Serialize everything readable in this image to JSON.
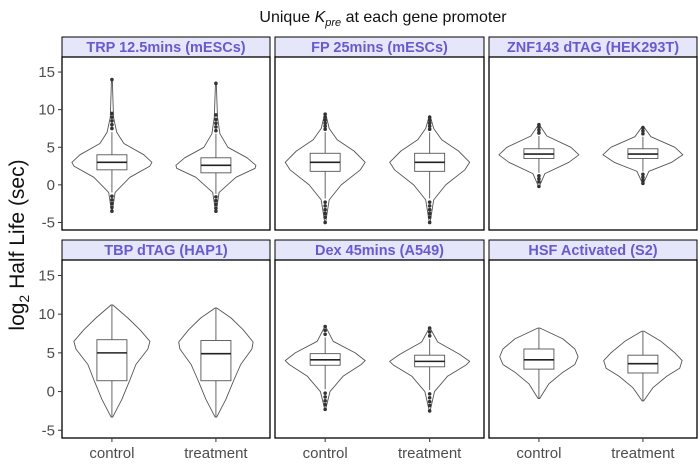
{
  "chart_data": {
    "type": "violin",
    "title_main": "Unique ",
    "title_symbol": "K",
    "title_subscript": "pre",
    "title_rest": " at each gene promoter",
    "ylabel_main": "log",
    "ylabel_subscript": "2",
    "ylabel_rest": " Half Life (sec)",
    "categories": [
      "control",
      "treatment"
    ],
    "yticks": [
      -5,
      0,
      5,
      10,
      15
    ],
    "ylim": [
      -6,
      17
    ],
    "colors": {
      "strip_bg": "#e6e6fa",
      "strip_text": "#6a5acd",
      "outline": "#555555",
      "point": "#333333"
    },
    "panels": [
      {
        "label": "TRP 12.5mins (mESCs)",
        "groups": [
          {
            "category": "control",
            "violin_range": [
              -3.5,
              14
            ],
            "q1": 2.0,
            "median": 3.0,
            "q3": 4.0,
            "whisker_low": -1.0,
            "whisker_high": 7.0,
            "outliers_low": [
              -1.5,
              -2.0,
              -2.5,
              -3.0,
              -3.5
            ],
            "outliers_high": [
              7.5,
              8.0,
              8.5,
              9.0,
              9.5,
              14.0
            ],
            "shape": [
              [
                -3.5,
                0.01
              ],
              [
                -1,
                0.08
              ],
              [
                1,
                0.45
              ],
              [
                2.5,
                0.95
              ],
              [
                3,
                1.0
              ],
              [
                4,
                0.8
              ],
              [
                5.5,
                0.3
              ],
              [
                7,
                0.12
              ],
              [
                9,
                0.04
              ],
              [
                14,
                0.01
              ]
            ]
          },
          {
            "category": "treatment",
            "violin_range": [
              -3.5,
              13.5
            ],
            "q1": 1.6,
            "median": 2.6,
            "q3": 3.6,
            "whisker_low": -1.2,
            "whisker_high": 6.8,
            "outliers_low": [
              -1.6,
              -2.1,
              -2.6,
              -3.1,
              -3.5
            ],
            "outliers_high": [
              7.2,
              7.7,
              8.2,
              8.7,
              9.3,
              13.5
            ],
            "shape": [
              [
                -3.5,
                0.01
              ],
              [
                -1,
                0.08
              ],
              [
                1,
                0.5
              ],
              [
                2.2,
                0.98
              ],
              [
                2.6,
                1.0
              ],
              [
                3.6,
                0.78
              ],
              [
                5,
                0.3
              ],
              [
                6.8,
                0.1
              ],
              [
                9,
                0.04
              ],
              [
                13.5,
                0.01
              ]
            ]
          }
        ]
      },
      {
        "label": "FP 25mins (mESCs)",
        "groups": [
          {
            "category": "control",
            "violin_range": [
              -5,
              9.5
            ],
            "q1": 1.8,
            "median": 3.0,
            "q3": 4.2,
            "whisker_low": -1.8,
            "whisker_high": 7.0,
            "outliers_low": [
              -2.3,
              -2.8,
              -3.3,
              -3.8,
              -4.3,
              -5.0
            ],
            "outliers_high": [
              7.4,
              7.8,
              8.2,
              8.6,
              9.0,
              9.4
            ],
            "shape": [
              [
                -5,
                0.01
              ],
              [
                -2,
                0.1
              ],
              [
                0,
                0.4
              ],
              [
                2,
                0.88
              ],
              [
                3,
                1.0
              ],
              [
                4.5,
                0.72
              ],
              [
                6,
                0.3
              ],
              [
                7.5,
                0.1
              ],
              [
                9.5,
                0.01
              ]
            ]
          },
          {
            "category": "treatment",
            "violin_range": [
              -5,
              9.2
            ],
            "q1": 1.8,
            "median": 3.0,
            "q3": 4.2,
            "whisker_low": -1.8,
            "whisker_high": 7.0,
            "outliers_low": [
              -2.3,
              -2.8,
              -3.3,
              -3.8,
              -4.3,
              -5.0
            ],
            "outliers_high": [
              7.4,
              7.8,
              8.2,
              8.6,
              9.0
            ],
            "shape": [
              [
                -5,
                0.01
              ],
              [
                -2,
                0.1
              ],
              [
                0,
                0.4
              ],
              [
                2,
                0.88
              ],
              [
                3,
                1.0
              ],
              [
                4.5,
                0.72
              ],
              [
                6,
                0.3
              ],
              [
                7.5,
                0.1
              ],
              [
                9.2,
                0.01
              ]
            ]
          }
        ]
      },
      {
        "label": "ZNF143 dTAG (HEK293T)",
        "groups": [
          {
            "category": "control",
            "violin_range": [
              -0.2,
              8
            ],
            "q1": 3.5,
            "median": 4.1,
            "q3": 4.8,
            "whisker_low": 1.6,
            "whisker_high": 6.5,
            "outliers_low": [
              1.2,
              0.8,
              0.4,
              -0.2
            ],
            "outliers_high": [
              6.9,
              7.3,
              7.7,
              8.0
            ],
            "shape": [
              [
                -0.2,
                0.01
              ],
              [
                1.5,
                0.15
              ],
              [
                3,
                0.75
              ],
              [
                4,
                1.0
              ],
              [
                5,
                0.8
              ],
              [
                6.5,
                0.2
              ],
              [
                8,
                0.01
              ]
            ]
          },
          {
            "category": "treatment",
            "violin_range": [
              0.2,
              7.8
            ],
            "q1": 3.5,
            "median": 4.1,
            "q3": 4.8,
            "whisker_low": 1.8,
            "whisker_high": 6.4,
            "outliers_low": [
              1.4,
              1.0,
              0.6,
              0.2
            ],
            "outliers_high": [
              6.8,
              7.2,
              7.6
            ],
            "shape": [
              [
                0.2,
                0.01
              ],
              [
                1.8,
                0.15
              ],
              [
                3,
                0.72
              ],
              [
                4,
                1.0
              ],
              [
                5,
                0.8
              ],
              [
                6.4,
                0.2
              ],
              [
                7.8,
                0.01
              ]
            ]
          }
        ]
      },
      {
        "label": "TBP dTAG (HAP1)",
        "groups": [
          {
            "category": "control",
            "violin_range": [
              -3.3,
              11.2
            ],
            "q1": 1.4,
            "median": 5.0,
            "q3": 6.7,
            "whisker_low": -3.3,
            "whisker_high": 11.2,
            "outliers_low": [],
            "outliers_high": [],
            "shape": [
              [
                -3.3,
                0.02
              ],
              [
                -1,
                0.25
              ],
              [
                1.5,
                0.45
              ],
              [
                3.5,
                0.6
              ],
              [
                5.5,
                0.9
              ],
              [
                6.5,
                0.95
              ],
              [
                8,
                0.7
              ],
              [
                9.5,
                0.4
              ],
              [
                11.2,
                0.02
              ]
            ]
          },
          {
            "category": "treatment",
            "violin_range": [
              -3.3,
              10.8
            ],
            "q1": 1.4,
            "median": 4.9,
            "q3": 6.6,
            "whisker_low": -3.3,
            "whisker_high": 10.8,
            "outliers_low": [],
            "outliers_high": [],
            "shape": [
              [
                -3.3,
                0.02
              ],
              [
                -1,
                0.25
              ],
              [
                1.5,
                0.45
              ],
              [
                3.5,
                0.62
              ],
              [
                5.5,
                0.9
              ],
              [
                6.4,
                0.93
              ],
              [
                8,
                0.68
              ],
              [
                9.5,
                0.38
              ],
              [
                10.8,
                0.02
              ]
            ]
          }
        ]
      },
      {
        "label": "Dex 45mins (A549)",
        "groups": [
          {
            "category": "control",
            "violin_range": [
              -2.3,
              8.4
            ],
            "q1": 3.4,
            "median": 4.1,
            "q3": 4.9,
            "whisker_low": 0.3,
            "whisker_high": 7.0,
            "outliers_low": [
              -0.2,
              -0.7,
              -1.2,
              -1.7,
              -2.3
            ],
            "outliers_high": [
              7.4,
              7.9,
              8.4
            ],
            "shape": [
              [
                -2.3,
                0.01
              ],
              [
                0,
                0.12
              ],
              [
                2,
                0.45
              ],
              [
                3.5,
                0.9
              ],
              [
                4,
                1.0
              ],
              [
                5,
                0.75
              ],
              [
                6.5,
                0.2
              ],
              [
                8.4,
                0.01
              ]
            ]
          },
          {
            "category": "treatment",
            "violin_range": [
              -2.5,
              8.2
            ],
            "q1": 3.2,
            "median": 3.9,
            "q3": 4.7,
            "whisker_low": 0.2,
            "whisker_high": 6.8,
            "outliers_low": [
              -0.3,
              -0.8,
              -1.3,
              -1.8,
              -2.5
            ],
            "outliers_high": [
              7.2,
              7.7,
              8.2
            ],
            "shape": [
              [
                -2.5,
                0.01
              ],
              [
                0,
                0.12
              ],
              [
                2,
                0.45
              ],
              [
                3.4,
                0.9
              ],
              [
                3.9,
                1.0
              ],
              [
                4.8,
                0.75
              ],
              [
                6.4,
                0.2
              ],
              [
                8.2,
                0.01
              ]
            ]
          }
        ]
      },
      {
        "label": "HSF Activated (S2)",
        "groups": [
          {
            "category": "control",
            "violin_range": [
              -0.9,
              8.2
            ],
            "q1": 2.9,
            "median": 4.1,
            "q3": 5.5,
            "whisker_low": -0.9,
            "whisker_high": 8.2,
            "outliers_low": [],
            "outliers_high": [],
            "shape": [
              [
                -0.9,
                0.02
              ],
              [
                1,
                0.25
              ],
              [
                2.5,
                0.6
              ],
              [
                3.5,
                0.9
              ],
              [
                4.5,
                0.98
              ],
              [
                5.5,
                0.9
              ],
              [
                6.8,
                0.6
              ],
              [
                8.2,
                0.03
              ]
            ]
          },
          {
            "category": "treatment",
            "violin_range": [
              -1.2,
              7.8
            ],
            "q1": 2.4,
            "median": 3.6,
            "q3": 4.7,
            "whisker_low": -1.2,
            "whisker_high": 7.8,
            "outliers_low": [],
            "outliers_high": [],
            "shape": [
              [
                -1.2,
                0.02
              ],
              [
                0.5,
                0.25
              ],
              [
                2,
                0.6
              ],
              [
                3,
                0.92
              ],
              [
                4,
                0.98
              ],
              [
                5,
                0.8
              ],
              [
                6.5,
                0.45
              ],
              [
                7.8,
                0.03
              ]
            ]
          }
        ]
      }
    ]
  }
}
